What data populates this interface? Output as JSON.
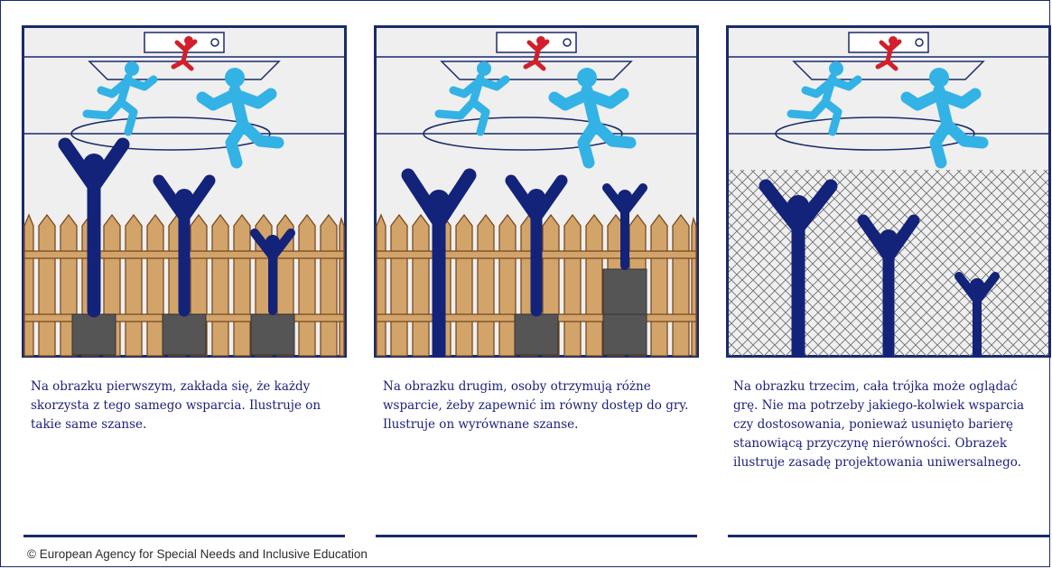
{
  "colors": {
    "border": "#1b2a6b",
    "background": "#efefef",
    "fence": "#d2a46a",
    "box": "#555555",
    "spectator": "#13237a",
    "player": "#33b2e6",
    "goalkeeper": "#d21f2b",
    "caption_text": "#1b1f7a"
  },
  "panels": [
    {
      "id": "equality",
      "caption": "Na obrazku pierwszym, zakłada się, że każdy skorzysta z tego samego wsparcia. Ilustruje on takie same szanse."
    },
    {
      "id": "equity",
      "caption": "Na obrazku drugim, osoby otrzymują różne wsparcie, żeby zapewnić im równy dostęp do gry. Ilustruje on wyrównane szanse."
    },
    {
      "id": "universal-design",
      "caption": "Na obrazku trzecim, cała trójka może oglądać grę. Nie ma potrzeby jakiego-kolwiek wsparcia czy dostosowania, ponieważ usunięto barierę stanowiącą przyczynę nierówności. Obrazek ilustruje zasadę projektowania uniwersalnego."
    }
  ],
  "footer": {
    "copyright": "© European Agency for Special Needs and Inclusive Education"
  }
}
